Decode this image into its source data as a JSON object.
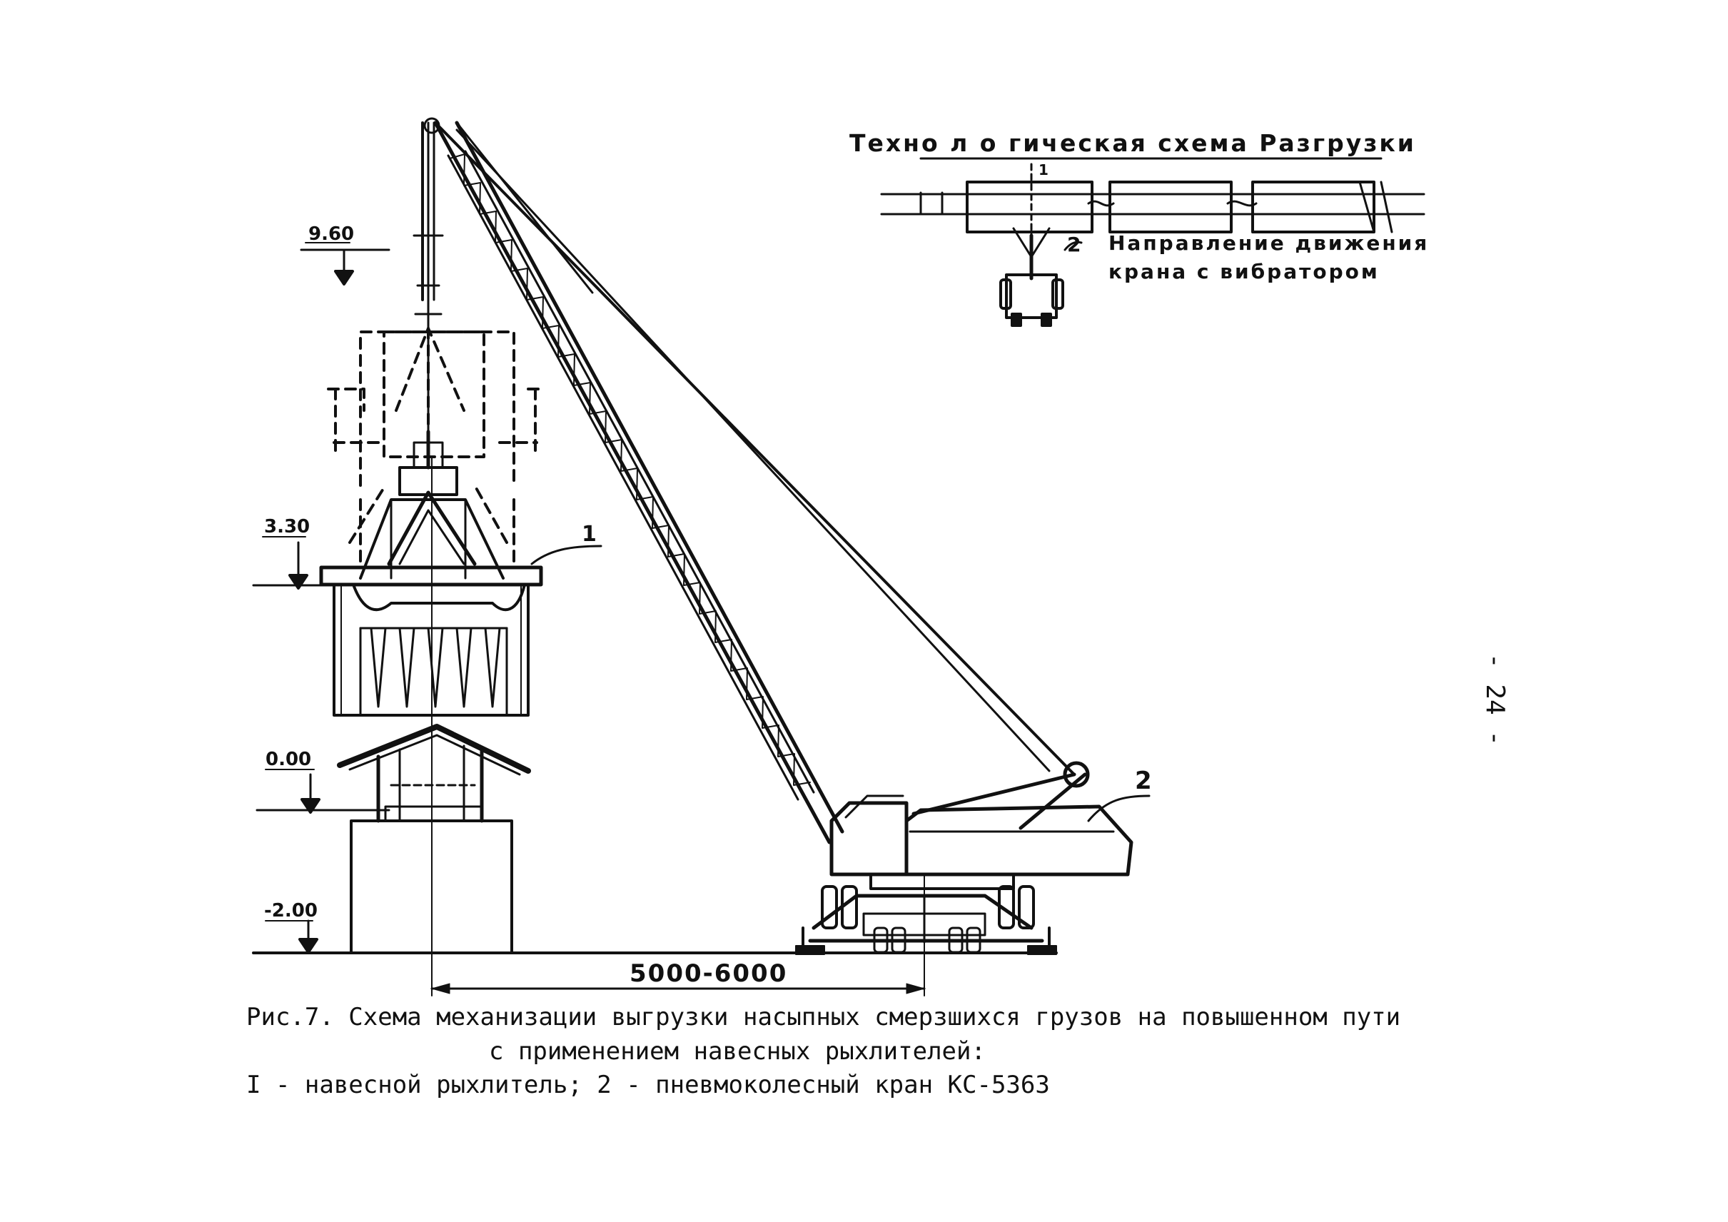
{
  "schema": {
    "title": "Техно л о гическая схема Разгрузки",
    "direction_line1": "Направление движения",
    "direction_line2": "крана с вибратором",
    "label_1": "1",
    "label_2": "2"
  },
  "elevations": [
    "9.60",
    "3.30",
    "0.00",
    "-2.00"
  ],
  "dimension": "5000-6000",
  "callouts": {
    "ripper": "1",
    "crane": "2"
  },
  "caption": {
    "line1": "Рис.7. Схема механизации выгрузки насыпных смерзшихся грузов на повышенном пути",
    "line2": "с применением навесных рыхлителей:",
    "line3": "I - навесной рыхлитель; 2 - пневмоколесный кран КС-5363"
  },
  "page_number": "- 24 -",
  "colors": {
    "ink": "#111111",
    "paper": "#ffffff"
  }
}
